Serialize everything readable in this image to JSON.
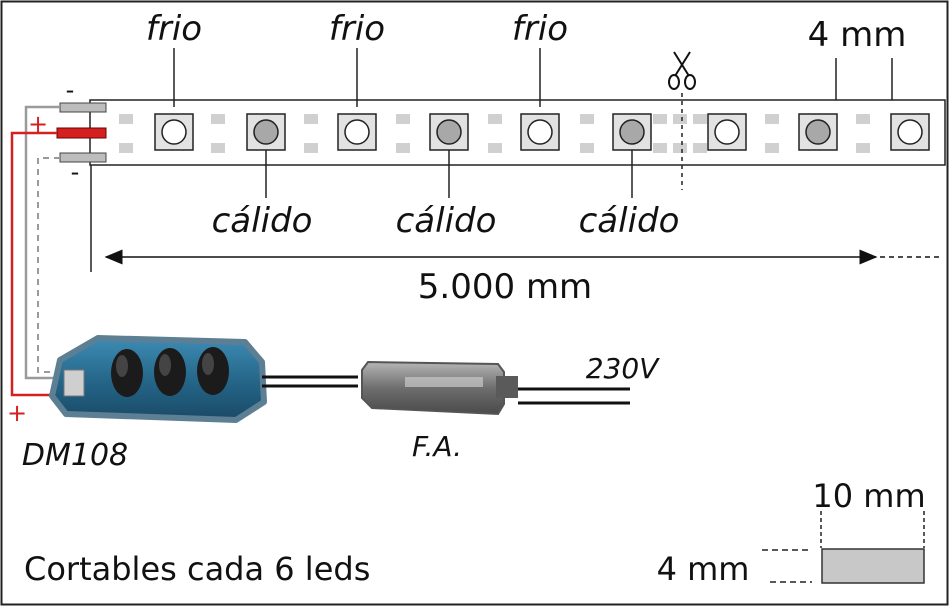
{
  "labels": {
    "frio_1": "frio",
    "frio_2": "frio",
    "frio_3": "frio",
    "calido_1": "cálido",
    "calido_2": "cálido",
    "calido_3": "cálido",
    "strip_width": "4 mm",
    "length": "5.000 mm",
    "minus_top": "-",
    "plus": "+",
    "minus_bottom": "-",
    "plus_controller": "+",
    "controller": "DM108",
    "power_supply": "F.A.",
    "voltage": "230V",
    "cut_note": "Cortables cada 6 leds",
    "legend_width": "10 mm",
    "legend_height": "4 mm"
  },
  "icons": {
    "cut_point": "scissors-icon"
  },
  "colors": {
    "frame": "#222222",
    "positive_wire": "#d42020",
    "negative_wire": "#9a9a9a",
    "cold_led": "#ffffff",
    "warm_led": "#a8a8a8",
    "led_housing": "#e2e2e2",
    "pad": "#d0d0d0",
    "controller_body": "#2a6f95",
    "supply_body": "#7d7d7d"
  }
}
